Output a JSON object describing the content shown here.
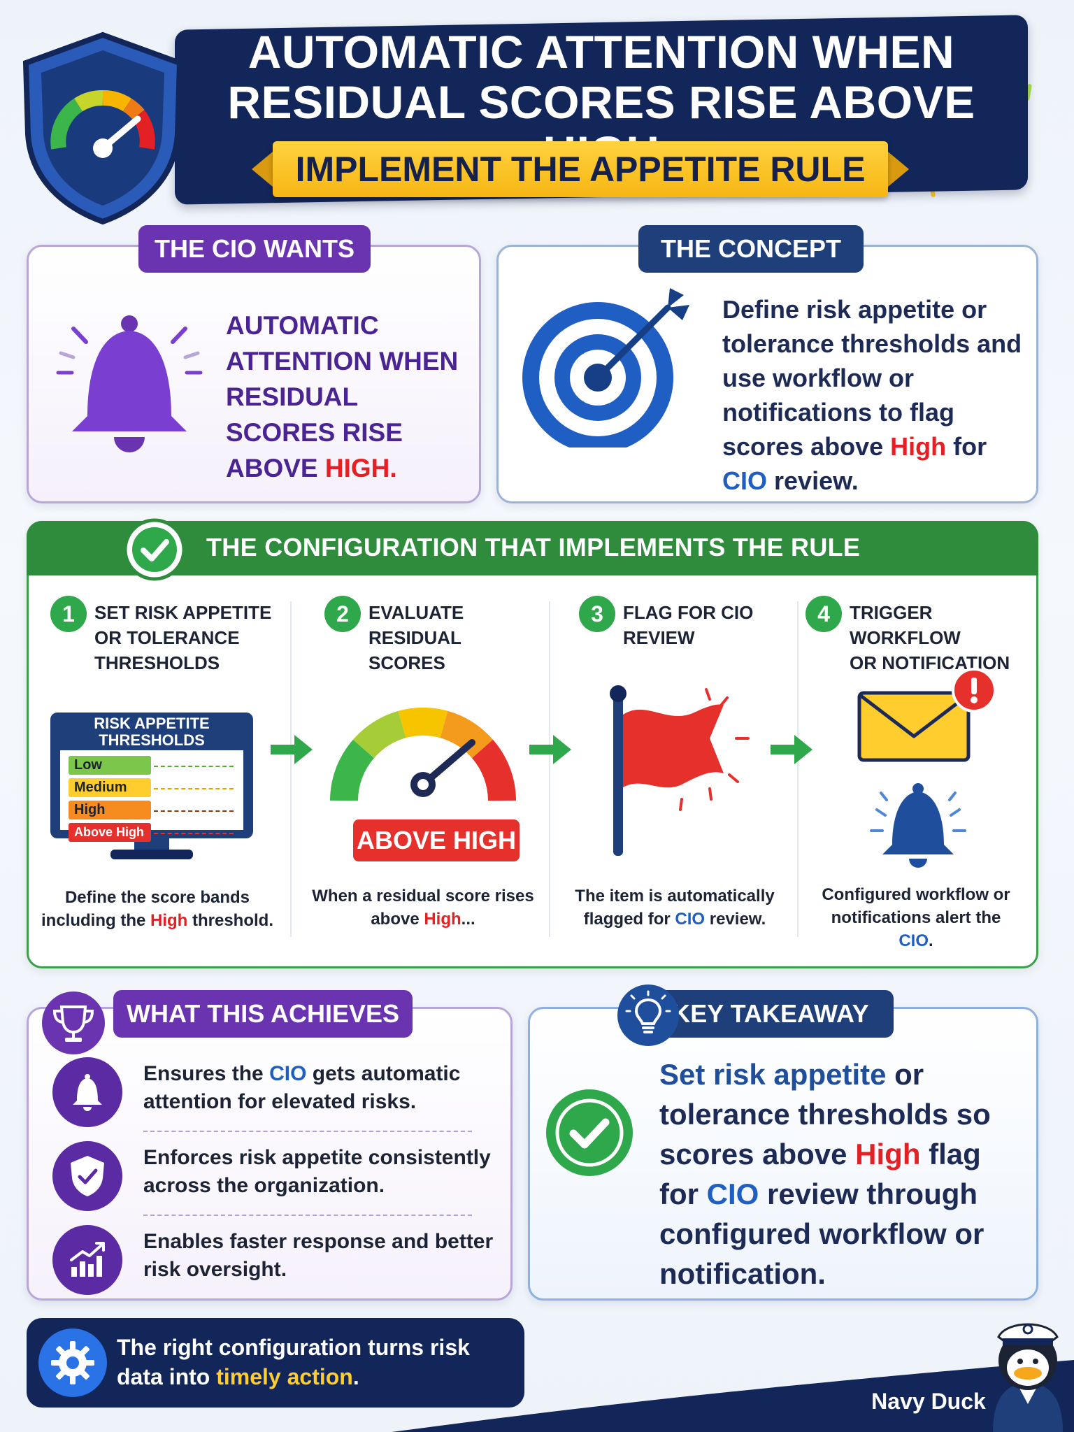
{
  "header": {
    "title_line1": "AUTOMATIC ATTENTION WHEN",
    "title_line2": "RESIDUAL SCORES RISE ABOVE HIGH",
    "subtitle": "IMPLEMENT THE APPETITE RULE"
  },
  "cio_wants": {
    "label": "THE CIO WANTS",
    "text_part1": "AUTOMATIC ATTENTION WHEN RESIDUAL SCORES RISE ABOVE ",
    "text_high": "HIGH."
  },
  "concept": {
    "label": "THE CONCEPT",
    "text_part1": "Define risk appetite or tolerance thresholds and use workflow or notifications to flag scores above ",
    "text_high": "High",
    "text_part2": " for ",
    "text_cio": "CIO",
    "text_part3": " review."
  },
  "configuration": {
    "title": "THE CONFIGURATION THAT IMPLEMENTS THE RULE",
    "steps": [
      {
        "number": "1",
        "title_line1": "SET RISK APPETITE",
        "title_line2": "OR TOLERANCE",
        "title_line3": "THRESHOLDS",
        "desc_part1": "Define the score bands including the ",
        "desc_high": "High",
        "desc_part2": " threshold."
      },
      {
        "number": "2",
        "title_line1": "EVALUATE RESIDUAL",
        "title_line2": "SCORES",
        "desc_part1": "When a residual score rises above ",
        "desc_high": "High",
        "desc_part2": "..."
      },
      {
        "number": "3",
        "title_line1": "FLAG FOR CIO",
        "title_line2": "REVIEW",
        "desc_part1": "The item is automatically flagged for ",
        "desc_cio": "CIO",
        "desc_part2": " review."
      },
      {
        "number": "4",
        "title_line1": "TRIGGER WORKFLOW",
        "title_line2": "OR NOTIFICATION",
        "desc_part1": "Configured workflow or notifications alert the ",
        "desc_cio": "CIO",
        "desc_part2": "."
      }
    ],
    "monitor": {
      "title_line1": "RISK APPETITE",
      "title_line2": "THRESHOLDS",
      "bands": [
        "Low",
        "Medium",
        "High",
        "Above High"
      ]
    },
    "gauge_badge": "ABOVE HIGH"
  },
  "achieves": {
    "label": "WHAT THIS ACHIEVES",
    "items": [
      {
        "part1": "Ensures the ",
        "cio": "CIO",
        "part2": " gets automatic attention for elevated risks."
      },
      {
        "text": "Enforces risk appetite consistently across the organization."
      },
      {
        "text": "Enables faster response and better risk oversight."
      }
    ]
  },
  "key_takeaway": {
    "label": "KEY TAKEAWAY",
    "part1": "Set risk appetite",
    "part1b": " or tolerance thresholds so scores above ",
    "high": "High",
    "part2": " flag for ",
    "cio": "CIO",
    "part3": " review through configured workflow or notification."
  },
  "footer": {
    "part1": "The right configuration turns risk data into ",
    "highlight": "timely action",
    "part2": "."
  },
  "brand": {
    "name": "Navy Duck"
  },
  "colors": {
    "navy": "#13265a",
    "purple": "#6a34b0",
    "green": "#2f8c3d",
    "red": "#e32124",
    "yellow": "#ffcd2e",
    "blue": "#1f5fc4"
  },
  "icons": [
    "gauge-icon",
    "bell-icon",
    "target-icon",
    "check-icon",
    "flag-icon",
    "envelope-icon",
    "trophy-icon",
    "shield-check-icon",
    "chart-up-icon",
    "lightbulb-icon",
    "gear-icon"
  ]
}
